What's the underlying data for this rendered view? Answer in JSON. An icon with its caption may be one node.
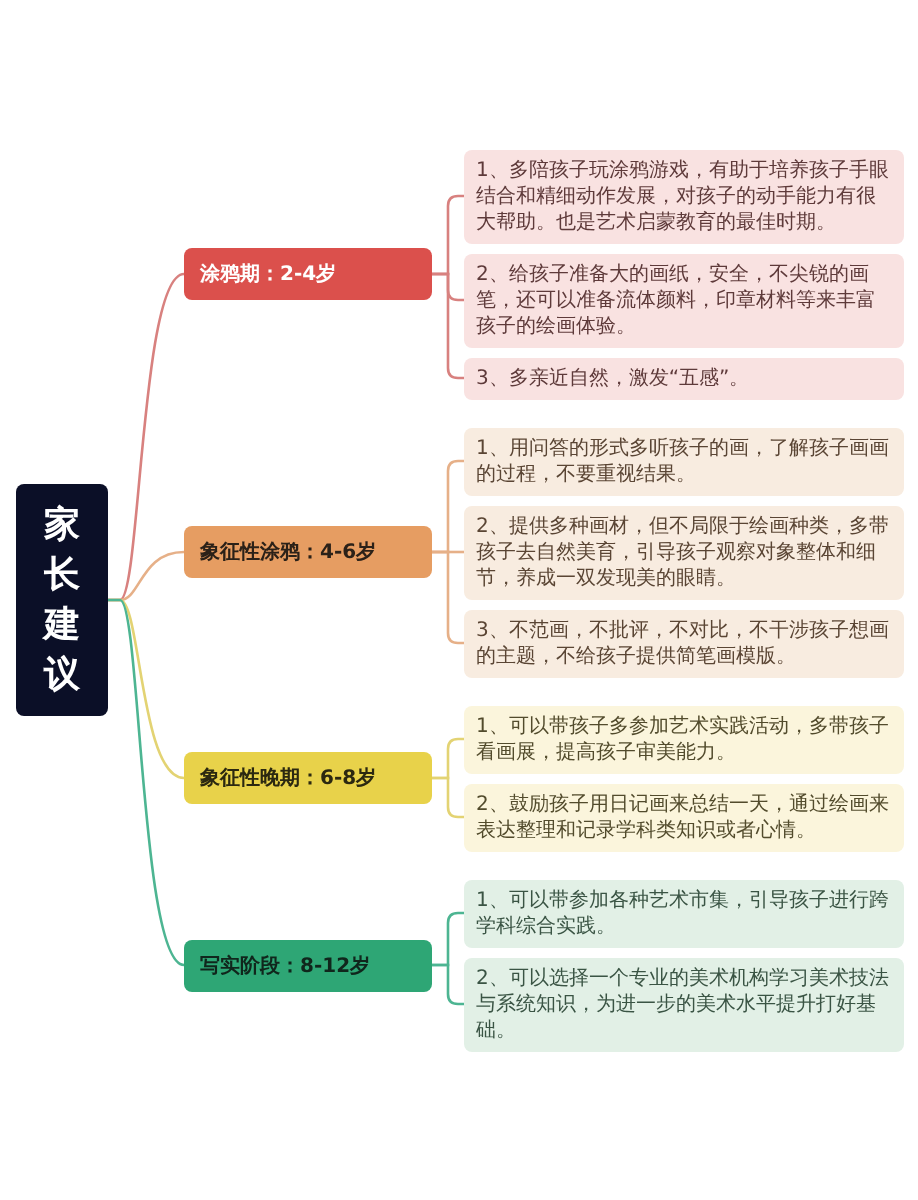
{
  "diagram": {
    "nodes": [
      {
        "text": [
          "家长建议"
        ]
      },
      {
        "text": [
          "涂鸦期：2-4岁"
        ]
      },
      {
        "text": [
          "1、多陪孩子玩涂鸦游戏，有助于培养孩子手眼结合和精细动作发展，对孩子的动手能力有很大帮助。也是艺术启蒙教育的最佳时期。"
        ]
      },
      {
        "text": [
          "2、给孩子准备大的画纸，安全，不尖锐的画笔，还可以准备流体颜料，印章材料等来丰富孩子的绘画体验。"
        ]
      },
      {
        "text": [
          "3、多亲近自然，激发“五感”。"
        ]
      },
      {
        "text": [
          "象征性涂鸦：4-6岁"
        ]
      },
      {
        "text": [
          "1、用问答的形式多听孩子的画，了解孩子画画的过程，不要重视结果。"
        ]
      },
      {
        "text": [
          "2、提供多种画材，但不局限于绘画种类，多带孩子去自然美育，引导孩子观察对象整体和细节，养成一双发现美的眼睛。"
        ]
      },
      {
        "text": [
          "3、不范画，不批评，不对比，不干涉孩子想画的主题，不给孩子提供简笔画模版。"
        ]
      },
      {
        "text": [
          "象征性晚期：6-8岁"
        ]
      },
      {
        "text": [
          "1、可以带孩子多参加艺术实践活动，多带孩子看画展，提高孩子审美能力。"
        ]
      },
      {
        "text": [
          "2、鼓励孩子用日记画来总结一天，通过绘画来表达整理和记录学科类知识或者心情。"
        ]
      },
      {
        "text": [
          "写实阶段：8-12岁"
        ]
      },
      {
        "text": [
          "1、可以带参加各种艺术市集，引导孩子进行跨学科综合实践。"
        ]
      },
      {
        "text": [
          "2、可以选择一个专业的美术机构学习美术技法与系统知识，为进一步的美术水平提升打好基础。"
        ]
      }
    ],
    "edges": [
      {
        "from": 0,
        "to": 1,
        "arrow": "none",
        "color": "#d8817f"
      },
      {
        "from": 1,
        "to": 2,
        "arrow": "none",
        "color": "#d8817f"
      },
      {
        "from": 1,
        "to": 3,
        "arrow": "none",
        "color": "#d8817f"
      },
      {
        "from": 1,
        "to": 4,
        "arrow": "none",
        "color": "#d8817f"
      },
      {
        "from": 0,
        "to": 5,
        "arrow": "none",
        "color": "#e6b088"
      },
      {
        "from": 5,
        "to": 6,
        "arrow": "none",
        "color": "#e6b088"
      },
      {
        "from": 5,
        "to": 7,
        "arrow": "none",
        "color": "#e6b088"
      },
      {
        "from": 5,
        "to": 8,
        "arrow": "none",
        "color": "#e6b088"
      },
      {
        "from": 0,
        "to": 9,
        "arrow": "none",
        "color": "#e3d373"
      },
      {
        "from": 9,
        "to": 10,
        "arrow": "none",
        "color": "#e3d373"
      },
      {
        "from": 9,
        "to": 11,
        "arrow": "none",
        "color": "#e3d373"
      },
      {
        "from": 0,
        "to": 12,
        "arrow": "none",
        "color": "#4db592"
      },
      {
        "from": 12,
        "to": 13,
        "arrow": "none",
        "color": "#4db592"
      },
      {
        "from": 12,
        "to": 14,
        "arrow": "none",
        "color": "#4db592"
      }
    ]
  }
}
